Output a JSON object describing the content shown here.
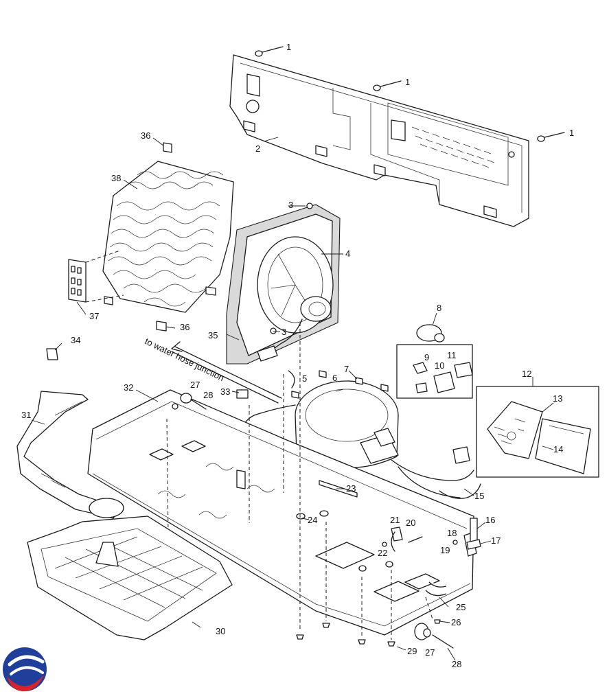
{
  "labels": {
    "l1a": "1",
    "l1b": "1",
    "l1c": "1",
    "l2": "2",
    "l3a": "3",
    "l3b": "3",
    "l4": "4",
    "l5": "5",
    "l6": "6",
    "l7": "7",
    "l8": "8",
    "l9": "9",
    "l10": "10",
    "l11": "11",
    "l12": "12",
    "l13": "13",
    "l14": "14",
    "l15": "15",
    "l16": "16",
    "l17": "17",
    "l18": "18",
    "l19": "19",
    "l20": "20",
    "l21": "21",
    "l22": "22",
    "l23": "23",
    "l24": "24",
    "l25": "25",
    "l26": "26",
    "l27a": "27",
    "l27b": "27",
    "l28a": "28",
    "l28b": "28",
    "l29": "29",
    "l30": "30",
    "l31": "31",
    "l32": "32",
    "l33": "33",
    "l34": "34",
    "l35": "35",
    "l36a": "36",
    "l36b": "36",
    "l37": "37",
    "l38": "38"
  },
  "annotation": "to water hose junction",
  "colors": {
    "line": "#1a1a1a",
    "logo_blue": "#1f3f9a",
    "logo_red": "#d8232a"
  }
}
